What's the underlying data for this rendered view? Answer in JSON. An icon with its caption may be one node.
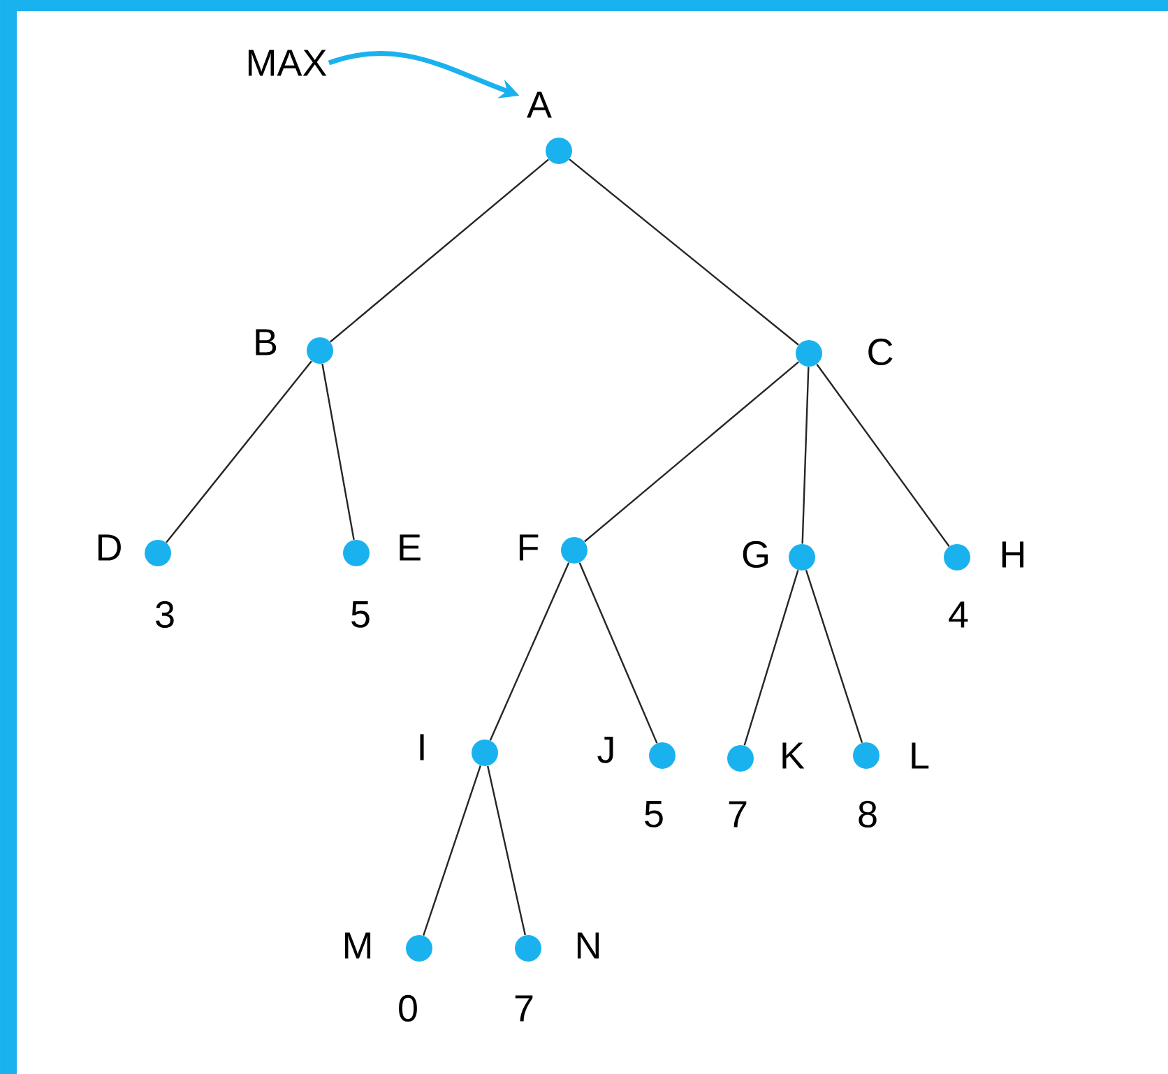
{
  "diagram": {
    "nodes": [
      {
        "text": [
          "MAX"
        ]
      },
      {
        "text": [
          "A"
        ]
      },
      {
        "text": [
          "B"
        ]
      },
      {
        "text": [
          "C"
        ]
      },
      {
        "text": [
          "D"
        ],
        "beside": [
          "3"
        ]
      },
      {
        "text": [
          "E"
        ],
        "beside": [
          "5"
        ]
      },
      {
        "text": [
          "F"
        ]
      },
      {
        "text": [
          "G"
        ]
      },
      {
        "text": [
          "H"
        ],
        "beside": [
          "4"
        ]
      },
      {
        "text": [
          "I"
        ]
      },
      {
        "text": [
          "J"
        ],
        "beside": [
          "5"
        ]
      },
      {
        "text": [
          "K"
        ],
        "beside": [
          "7"
        ]
      },
      {
        "text": [
          "L"
        ],
        "beside": [
          "8"
        ]
      },
      {
        "text": [
          "M"
        ],
        "beside": [
          "0"
        ]
      },
      {
        "text": [
          "N"
        ],
        "beside": [
          "7"
        ]
      }
    ],
    "edges": [
      {
        "from": 0,
        "to": 1,
        "arrow": "to",
        "style": "thick",
        "color": "#1ab2ee"
      },
      {
        "from": 1,
        "to": 2,
        "arrow": "none"
      },
      {
        "from": 1,
        "to": 3,
        "arrow": "none"
      },
      {
        "from": 2,
        "to": 4,
        "arrow": "none"
      },
      {
        "from": 2,
        "to": 5,
        "arrow": "none"
      },
      {
        "from": 3,
        "to": 6,
        "arrow": "none"
      },
      {
        "from": 3,
        "to": 7,
        "arrow": "none"
      },
      {
        "from": 3,
        "to": 8,
        "arrow": "none"
      },
      {
        "from": 6,
        "to": 9,
        "arrow": "none"
      },
      {
        "from": 6,
        "to": 10,
        "arrow": "none"
      },
      {
        "from": 7,
        "to": 11,
        "arrow": "none"
      },
      {
        "from": 7,
        "to": 12,
        "arrow": "none"
      },
      {
        "from": 9,
        "to": 13,
        "arrow": "none"
      },
      {
        "from": 9,
        "to": 14,
        "arrow": "none"
      }
    ]
  }
}
